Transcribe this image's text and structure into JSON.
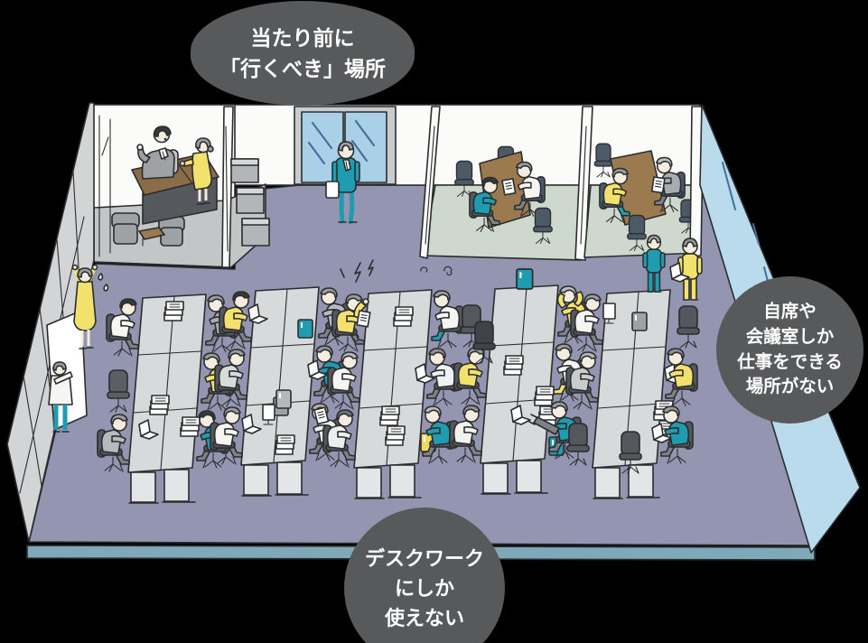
{
  "bubbles": {
    "top": {
      "lines": [
        "当たり前に",
        "「行くべき」場所"
      ]
    },
    "right": {
      "lines": [
        "自席や",
        "会議室しか",
        "仕事をできる",
        "場所がない"
      ]
    },
    "bottom": {
      "lines": [
        "デスクワーク",
        "にしか",
        "使えない"
      ]
    }
  },
  "palette": {
    "bg": "#000000",
    "bubble": "#58595b",
    "bubbleText": "#ffffff",
    "outline": "#2a2c2e",
    "floor": "#9496b1",
    "strip": "#7fa9b8",
    "wall": "#fbfbf9",
    "wallSide": "#d2d4d5",
    "recFloor": "#c3c6c7",
    "meetFloor": "#cfd8cc",
    "glass": "#b9dbeb",
    "glassLine": "#41719c",
    "door": "#a9d0e6",
    "doorFrame": "#c9cbcc",
    "desk": "#d7dadb",
    "deskFront": "#e3e5e6",
    "deskDark": "#55585c",
    "table": "#9a7a4e",
    "cabinet": "#b3b6b8",
    "cabinetTop": "#d5d7d8",
    "sofa": "#9ea2a5",
    "suit": "#9ea2a5",
    "chair": "#54575c",
    "chairNavy": "#4c5a68",
    "teal": "#1f9cb0",
    "yellow": "#f2e16d",
    "whiteCloth": "#f6f5f2",
    "grayCloth": "#a9acaf",
    "hairGray": "#9b9da0",
    "hairDark": "#36383a",
    "hairLight": "#c0c2c4",
    "skin": "#f4ecdf",
    "pants": "#7e8286"
  }
}
